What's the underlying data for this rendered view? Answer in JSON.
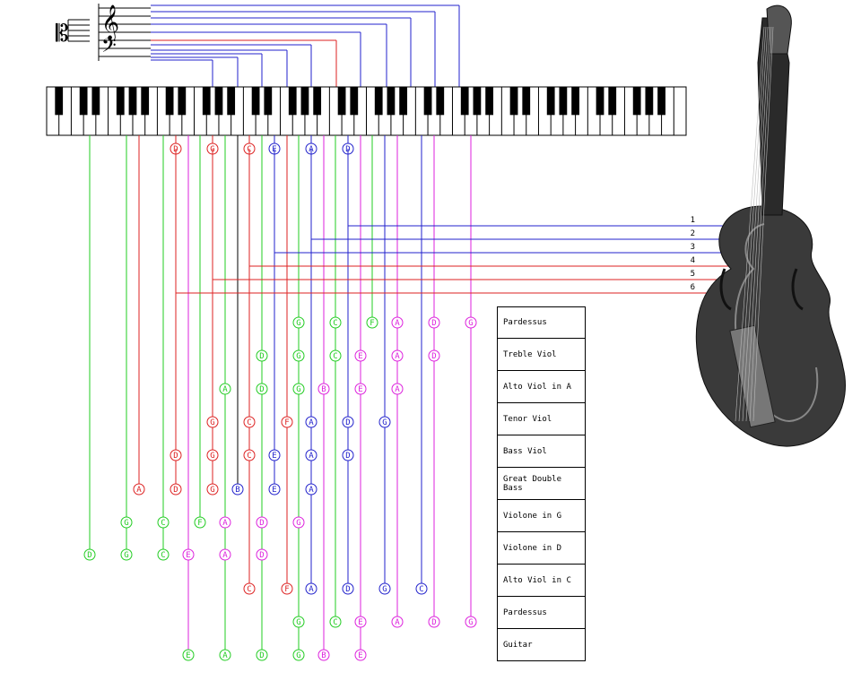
{
  "colors": {
    "green": "#22cc22",
    "red": "#dd2222",
    "blue": "#2222cc",
    "magenta": "#dd22dd",
    "black": "#000000",
    "staff": "#000000"
  },
  "staff": {
    "clefs": [
      "treble-clef-icon",
      "bass-clef-icon",
      "alto-clef-icon"
    ]
  },
  "strings": [
    {
      "number": "1",
      "color": "blue",
      "note": "D"
    },
    {
      "number": "2",
      "color": "blue",
      "note": "A"
    },
    {
      "number": "3",
      "color": "blue",
      "note": "E"
    },
    {
      "number": "4",
      "color": "red",
      "note": "C"
    },
    {
      "number": "5",
      "color": "red",
      "note": "G"
    },
    {
      "number": "6",
      "color": "red",
      "note": "D"
    }
  ],
  "tunings": [
    {
      "name": "Pardessus",
      "notes": [
        "G",
        "C",
        "F",
        "A",
        "D",
        "G"
      ]
    },
    {
      "name": "Treble Viol",
      "notes": [
        "D",
        "G",
        "C",
        "E",
        "A",
        "D"
      ]
    },
    {
      "name": "Alto Viol in A",
      "notes": [
        "A",
        "D",
        "G",
        "B",
        "E",
        "A"
      ]
    },
    {
      "name": "Tenor Viol",
      "notes": [
        "G",
        "C",
        "F",
        "A",
        "D",
        "G"
      ]
    },
    {
      "name": "Bass Viol",
      "notes": [
        "D",
        "G",
        "C",
        "E",
        "A",
        "D"
      ]
    },
    {
      "name": "Great Double Bass",
      "notes": [
        "A",
        "D",
        "G",
        "B",
        "E",
        "A"
      ]
    },
    {
      "name": "Violone in G",
      "notes": [
        "G",
        "C",
        "F",
        "A",
        "D",
        "G"
      ]
    },
    {
      "name": "Violone in D",
      "notes": [
        "D",
        "G",
        "C",
        "E",
        "A",
        "D"
      ]
    },
    {
      "name": "Alto Viol in C",
      "notes": [
        "C",
        "F",
        "A",
        "D",
        "G",
        "C"
      ]
    },
    {
      "name": "Pardessus",
      "notes": [
        "G",
        "C",
        "E",
        "A",
        "D",
        "G"
      ]
    },
    {
      "name": "Guitar",
      "notes": [
        "E",
        "A",
        "D",
        "G",
        "B",
        "E"
      ]
    }
  ],
  "open_string_labels": [
    "D",
    "G",
    "C",
    "E",
    "A",
    "D"
  ],
  "instrument": {
    "name": "viol-image"
  }
}
